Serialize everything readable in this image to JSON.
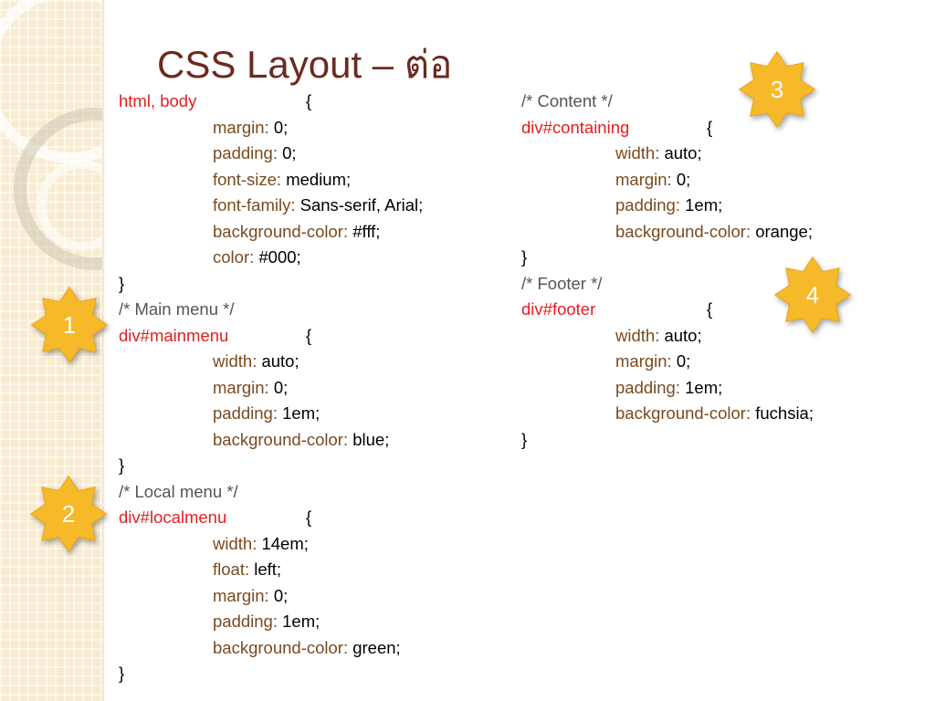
{
  "title": "CSS Layout – ต่อ",
  "badges": [
    "1",
    "2",
    "3",
    "4"
  ],
  "colors": {
    "selector": "#e02020",
    "property": "#7a4a1e",
    "value": "#000000",
    "comment": "#555555",
    "title": "#6b2b1f",
    "star": "#f6b92a"
  },
  "left_code": [
    {
      "kind": "sel",
      "sel": "html, body",
      "brace": "{"
    },
    {
      "kind": "decl",
      "prop": "margin:",
      "val": "0;"
    },
    {
      "kind": "decl",
      "prop": "padding:",
      "val": "0;"
    },
    {
      "kind": "decl",
      "prop": "font-size:",
      "val": "medium;"
    },
    {
      "kind": "decl",
      "prop": "font-family:",
      "val": "Sans-serif, Arial;"
    },
    {
      "kind": "decl",
      "prop": "background-color:",
      "val": "#fff;"
    },
    {
      "kind": "decl",
      "prop": "color:",
      "val": "#000;"
    },
    {
      "kind": "close",
      "text": "}"
    },
    {
      "kind": "comment",
      "text": "/* Main menu */"
    },
    {
      "kind": "sel",
      "sel": "div#mainmenu",
      "brace": "{"
    },
    {
      "kind": "decl",
      "prop": "width:",
      "val": "auto;"
    },
    {
      "kind": "decl",
      "prop": "margin:",
      "val": "0;"
    },
    {
      "kind": "decl",
      "prop": "padding:",
      "val": "1em;"
    },
    {
      "kind": "decl",
      "prop": "background-color:",
      "val": "blue;"
    },
    {
      "kind": "close",
      "text": "}"
    },
    {
      "kind": "comment",
      "text": "/* Local menu */"
    },
    {
      "kind": "sel",
      "sel": "div#localmenu",
      "brace": "{"
    },
    {
      "kind": "decl",
      "prop": "width:",
      "val": "14em;"
    },
    {
      "kind": "decl",
      "prop": "float:",
      "val": "left;"
    },
    {
      "kind": "decl",
      "prop": "margin:",
      "val": "0;"
    },
    {
      "kind": "decl",
      "prop": "padding:",
      "val": "1em;"
    },
    {
      "kind": "decl",
      "prop": "background-color:",
      "val": "green;"
    },
    {
      "kind": "close",
      "text": "}"
    }
  ],
  "right_code": [
    {
      "kind": "comment",
      "text": "/* Content */"
    },
    {
      "kind": "sel",
      "sel": "div#containing",
      "brace": "{"
    },
    {
      "kind": "decl",
      "prop": "width:",
      "val": "auto;"
    },
    {
      "kind": "decl",
      "prop": "margin:",
      "val": "0;"
    },
    {
      "kind": "decl",
      "prop": "padding:",
      "val": "1em;"
    },
    {
      "kind": "decl",
      "prop": "background-color:",
      "val": "orange;"
    },
    {
      "kind": "close",
      "text": "}"
    },
    {
      "kind": "comment",
      "text": "/* Footer */"
    },
    {
      "kind": "sel",
      "sel": "div#footer",
      "brace": "{"
    },
    {
      "kind": "decl",
      "prop": "width:",
      "val": "auto;"
    },
    {
      "kind": "decl",
      "prop": "margin:",
      "val": "0;"
    },
    {
      "kind": "decl",
      "prop": "padding:",
      "val": "1em;"
    },
    {
      "kind": "decl",
      "prop": "background-color:",
      "val": "fuchsia;"
    },
    {
      "kind": "close",
      "text": "}"
    }
  ]
}
